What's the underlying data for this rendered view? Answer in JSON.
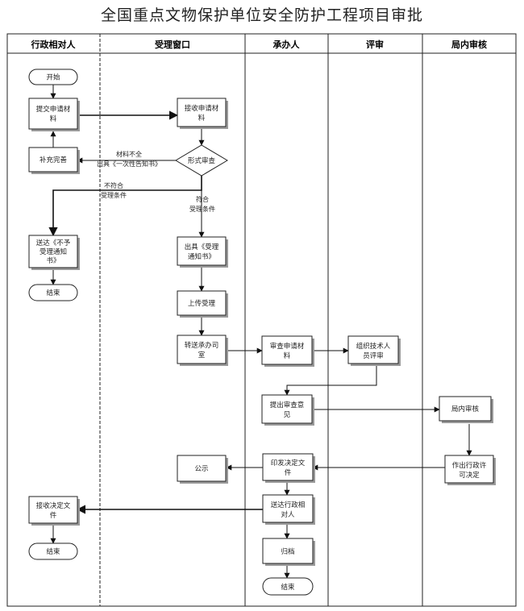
{
  "title": "全国重点文物保护单位安全防护工程项目审批",
  "lanes": [
    "行政相对人",
    "受理窗口",
    "承办人",
    "评审",
    "局内审核"
  ],
  "nodes": {
    "start": "开始",
    "submit": [
      "提交申请材",
      "料"
    ],
    "supplement": "补充完善",
    "receive": [
      "接收申请材",
      "料"
    ],
    "formal_review": "形式审查",
    "reject_notice": [
      "送达《不予",
      "受理通知",
      "书》"
    ],
    "end1": "结束",
    "accept_notice": [
      "出具《受理",
      "通知书》"
    ],
    "upload": "上传受理",
    "transfer": [
      "转送承办司",
      "室"
    ],
    "review_materials": [
      "审查申请材",
      "料"
    ],
    "expert_review": [
      "组织技术人",
      "员评审"
    ],
    "propose": [
      "提出审查意",
      "见"
    ],
    "internal_review": "局内审核",
    "decision": [
      "作出行政许",
      "可决定"
    ],
    "publish": "公示",
    "print_decision": [
      "印发决定文",
      "件"
    ],
    "deliver": [
      "送达行政相",
      "对人"
    ],
    "receive_decision": [
      "接收决定文",
      "件"
    ],
    "end2": "结束",
    "archive": "归档",
    "end3": "结束"
  },
  "edges": {
    "incomplete": [
      "材料不全",
      "出具《一次性告知书》"
    ],
    "not_compliant": [
      "不符合",
      "受理条件"
    ],
    "compliant": [
      "符合",
      "受理条件"
    ]
  }
}
